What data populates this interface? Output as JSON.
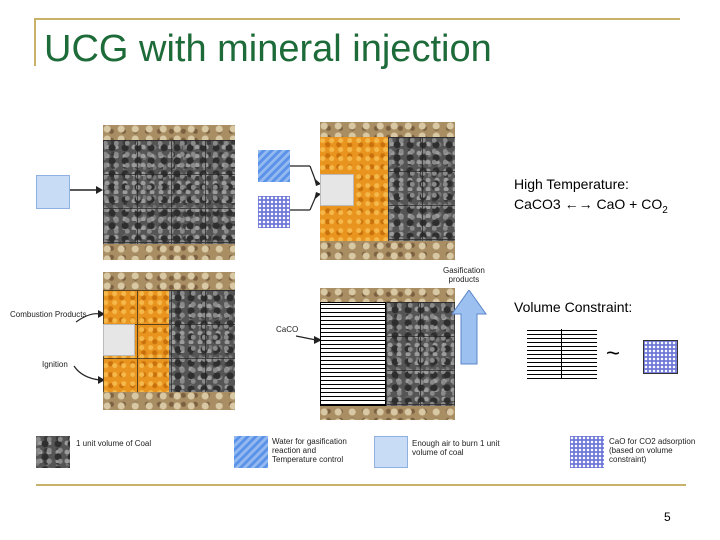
{
  "title": "UCG with mineral injection",
  "page_number": "5",
  "equation": {
    "heading": "High Temperature:",
    "reactant": "CaCO3",
    "arrow": "←→",
    "product_1": "CaO + CO",
    "product_1_subscript": "2"
  },
  "volume_constraint": {
    "heading": "Volume Constraint:",
    "symbol": "~"
  },
  "labels": {
    "gasification_products": "Gasification\nproducts",
    "combustion_products": "Combustion Products",
    "ignition": "Ignition",
    "caco3": "CaCO"
  },
  "legend": [
    {
      "material": "coal",
      "text": "1 unit volume of Coal"
    },
    {
      "material": "water",
      "text": "Water for gasification\nreaction and\nTemperature control"
    },
    {
      "material": "air",
      "text": "Enough air to burn 1 unit\nvolume of coal"
    },
    {
      "material": "cao",
      "text": "CaO for CO2 adsorption\n(based on volume\nconstraint)"
    }
  ]
}
